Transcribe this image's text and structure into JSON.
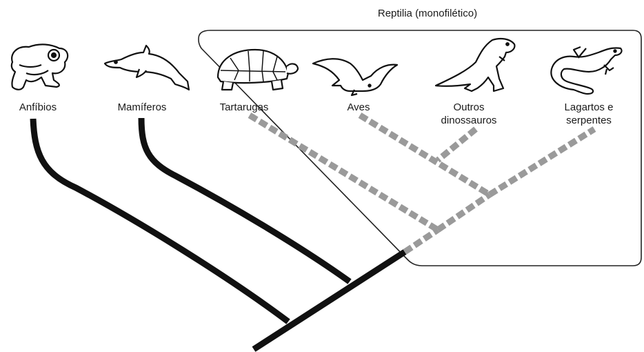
{
  "group": {
    "title": "Reptilia (monofilético)"
  },
  "taxa": [
    {
      "id": "anfibios",
      "label_lines": [
        "Anfíbios"
      ],
      "icon": "frog-icon"
    },
    {
      "id": "mamiferos",
      "label_lines": [
        "Mamíferos"
      ],
      "icon": "dolphin-icon"
    },
    {
      "id": "tartarugas",
      "label_lines": [
        "Tartarugas"
      ],
      "icon": "turtle-icon"
    },
    {
      "id": "aves",
      "label_lines": [
        "Aves"
      ],
      "icon": "bird-icon"
    },
    {
      "id": "outros",
      "label_lines": [
        "Outros",
        "dinossauros"
      ],
      "icon": "dinosaur-icon"
    },
    {
      "id": "lagartos",
      "label_lines": [
        "Lagartos e",
        "serpentes"
      ],
      "icon": "lizard-icon"
    }
  ],
  "colors": {
    "solid_branch": "#111111",
    "dashed_branch": "#9a9a9a",
    "box_stroke": "#222222",
    "text": "#1a1a1a"
  }
}
